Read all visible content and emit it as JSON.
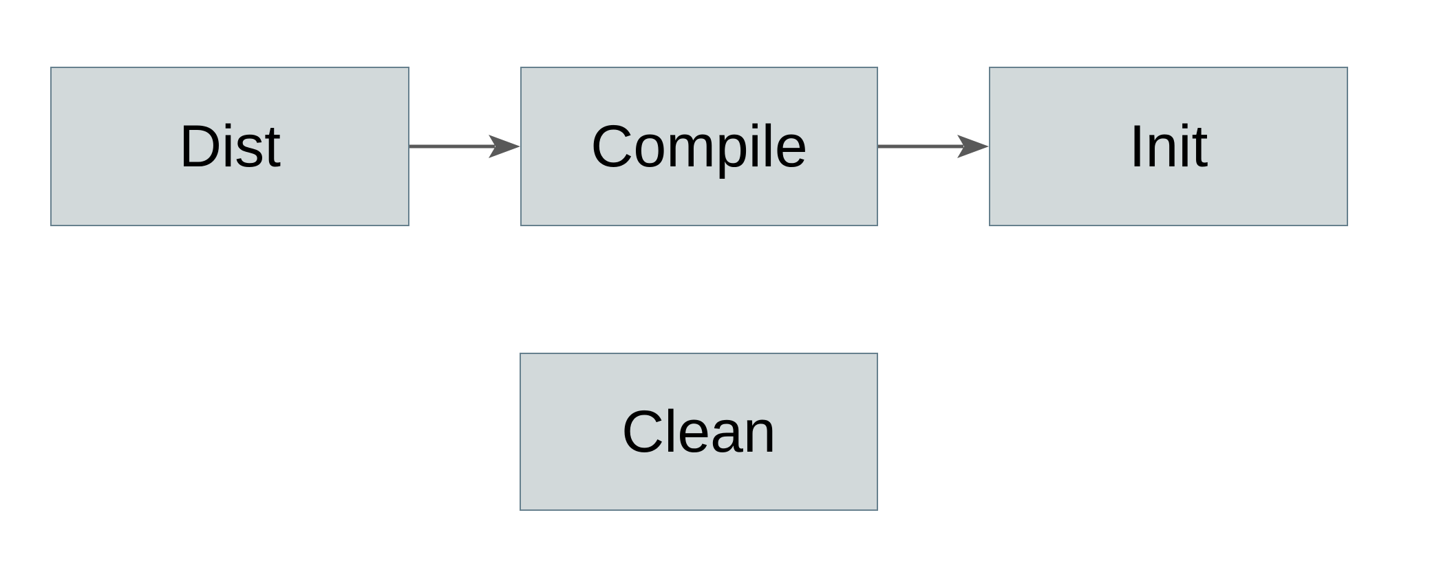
{
  "diagram": {
    "type": "flowchart",
    "background": "#ffffff",
    "colors": {
      "node_fill": "#d2d9da",
      "node_border": "#66808d",
      "arrow": "#595959",
      "text": "#000000"
    },
    "nodes": [
      {
        "id": "dist",
        "label": "Dist"
      },
      {
        "id": "compile",
        "label": "Compile"
      },
      {
        "id": "init",
        "label": "Init"
      },
      {
        "id": "clean",
        "label": "Clean"
      }
    ],
    "edges": [
      {
        "from": "dist",
        "to": "compile"
      },
      {
        "from": "compile",
        "to": "init"
      }
    ]
  }
}
